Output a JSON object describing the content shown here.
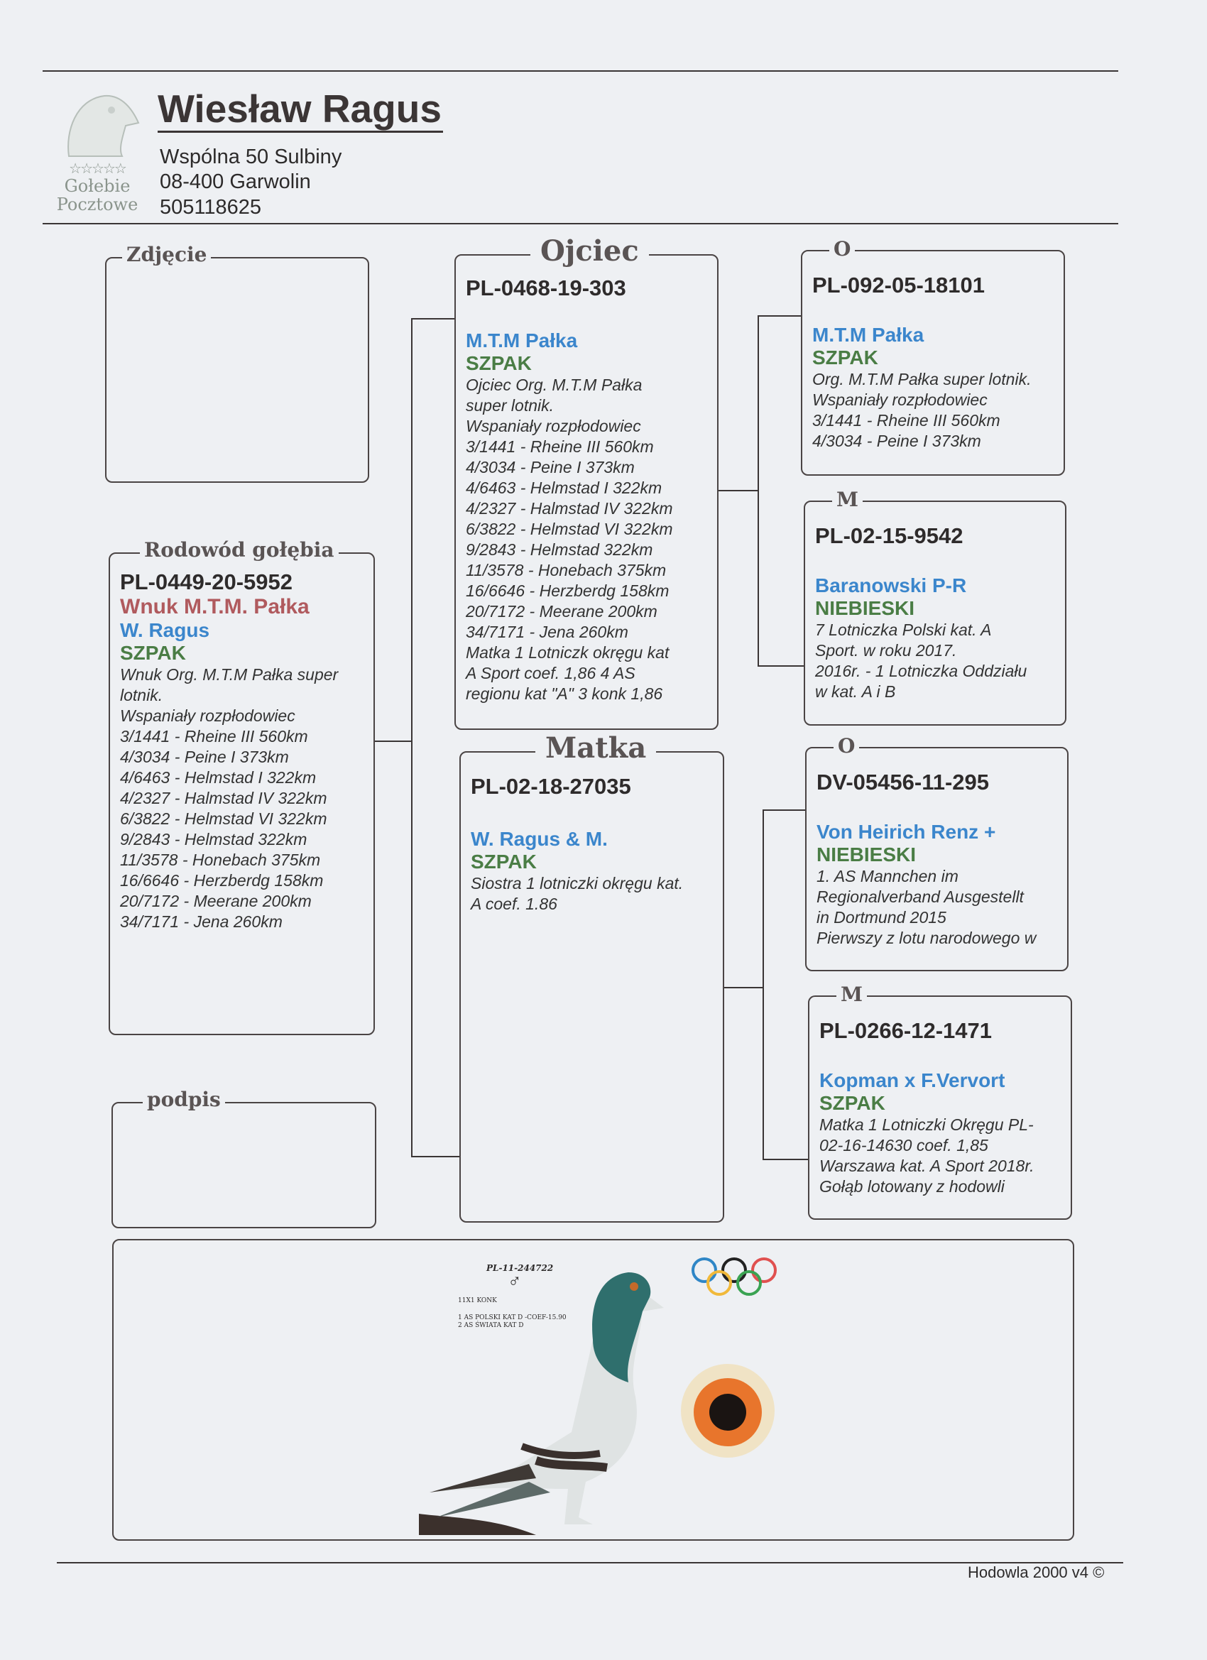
{
  "header": {
    "logo_text": [
      "☆☆☆☆☆",
      "Gołebie",
      "Pocztowe"
    ],
    "name": "Wiesław Ragus",
    "address_line1": "Wspólna 50  Sulbiny",
    "address_line2": "08-400 Garwolin",
    "phone": "505118625"
  },
  "photo_box": {
    "label": "Zdjęcie"
  },
  "signature_box": {
    "label": "podpis"
  },
  "pigeon": {
    "label": "Rodowód gołębia",
    "ring": "PL-0449-20-5952",
    "title": "Wnuk M.T.M. Pałka",
    "breeder": "W. Ragus",
    "color": "SZPAK",
    "description": [
      "Wnuk Org. M.T.M Pałka super lotnik.",
      "Wspaniały rozpłodowiec",
      "3/1441 - Rheine III 560km",
      "4/3034 - Peine I 373km",
      "4/6463 - Helmstad I 322km",
      "4/2327 - Halmstad IV 322km",
      "6/3822 - Helmstad VI 322km",
      "9/2843 - Helmstad 322km",
      "11/3578 -  Honebach 375km",
      "16/6646 - Herzberdg 158km",
      "20/7172 - Meerane 200km",
      "34/7171 - Jena 260km"
    ]
  },
  "father": {
    "label": "Ojciec",
    "ring": "PL-0468-19-303",
    "breeder": "M.T.M Pałka",
    "color": "SZPAK",
    "description": [
      "Ojciec  Org. M.T.M Pałka",
      "super lotnik.",
      "Wspaniały rozpłodowiec",
      "3/1441 - Rheine III 560km",
      "4/3034 - Peine I 373km",
      "4/6463 - Helmstad I 322km",
      "4/2327 - Halmstad IV 322km",
      "6/3822 - Helmstad VI 322km",
      "9/2843 - Helmstad 322km",
      "11/3578 -  Honebach 375km",
      "16/6646 - Herzberdg 158km",
      "20/7172 - Meerane 200km",
      "34/7171 - Jena 260km",
      "Matka 1 Lotniczk okręgu kat",
      "A Sport coef. 1,86 4 AS",
      "regionu kat \"A\" 3 konk 1,86"
    ]
  },
  "mother": {
    "label": "Matka",
    "ring": "PL-02-18-27035",
    "breeder": "W. Ragus & M.",
    "color": "SZPAK",
    "description": [
      "Siostra 1 lotniczki okręgu kat.",
      "A coef. 1.86"
    ]
  },
  "ff": {
    "label": "O",
    "ring": "PL-092-05-18101",
    "breeder": "M.T.M Pałka",
    "color": "SZPAK",
    "description": [
      "Org. M.T.M Pałka super lotnik.",
      "Wspaniały rozpłodowiec",
      "3/1441 - Rheine III 560km",
      "4/3034 - Peine I 373km"
    ]
  },
  "fm": {
    "label": "M",
    "ring": "PL-02-15-9542",
    "breeder": "Baranowski P-R",
    "color": "NIEBIESKI",
    "description": [
      "7 Lotniczka Polski kat. A",
      "Sport. w roku 2017.",
      "2016r. - 1 Lotniczka Oddziału",
      "w kat. A i B"
    ]
  },
  "mf": {
    "label": "O",
    "ring": "DV-05456-11-295",
    "breeder": "Von Heirich Renz +",
    "color": "NIEBIESKI",
    "description": [
      "1. AS Mannchen im",
      "Regionalverband Ausgestellt",
      "in Dortmund 2015",
      "Pierwszy z lotu narodowego w"
    ]
  },
  "mm": {
    "label": "M",
    "ring": "PL-0266-12-1471",
    "breeder": "Kopman x F.Vervort",
    "color": "SZPAK",
    "description": [
      "Matka 1 Lotniczki Okręgu PL-",
      "02-16-14630 coef. 1,85",
      "Warszawa  kat. A Sport 2018r.",
      "Gołąb lotowany z hodowli"
    ]
  },
  "image_panel": {
    "ring": "PL-11-244722",
    "sex_symbol": "♂",
    "line1": "11X1 KONK",
    "line2": "1 AS POLSKI KAT D -COEF-15.90",
    "line3": "2 AS ŚWIATA KAT D"
  },
  "footer": {
    "text": "Hodowla 2000 v4 ©"
  }
}
